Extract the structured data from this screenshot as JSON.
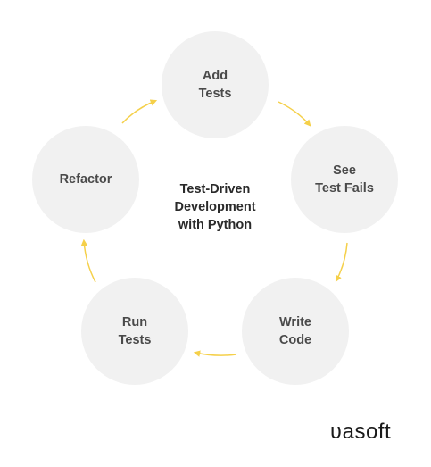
{
  "diagram": {
    "center_title": "Test-Driven\nDevelopment\nwith Python",
    "nodes": [
      {
        "id": "add",
        "label": "Add\nTests"
      },
      {
        "id": "see",
        "label": "See\nTest Fails"
      },
      {
        "id": "write",
        "label": "Write\nCode"
      },
      {
        "id": "run",
        "label": "Run\nTests"
      },
      {
        "id": "refactor",
        "label": "Refactor"
      }
    ],
    "arrow_color": "#f5d04a",
    "node_color": "#f1f1f1"
  },
  "brand": {
    "logo_text": "ʋasoft"
  }
}
